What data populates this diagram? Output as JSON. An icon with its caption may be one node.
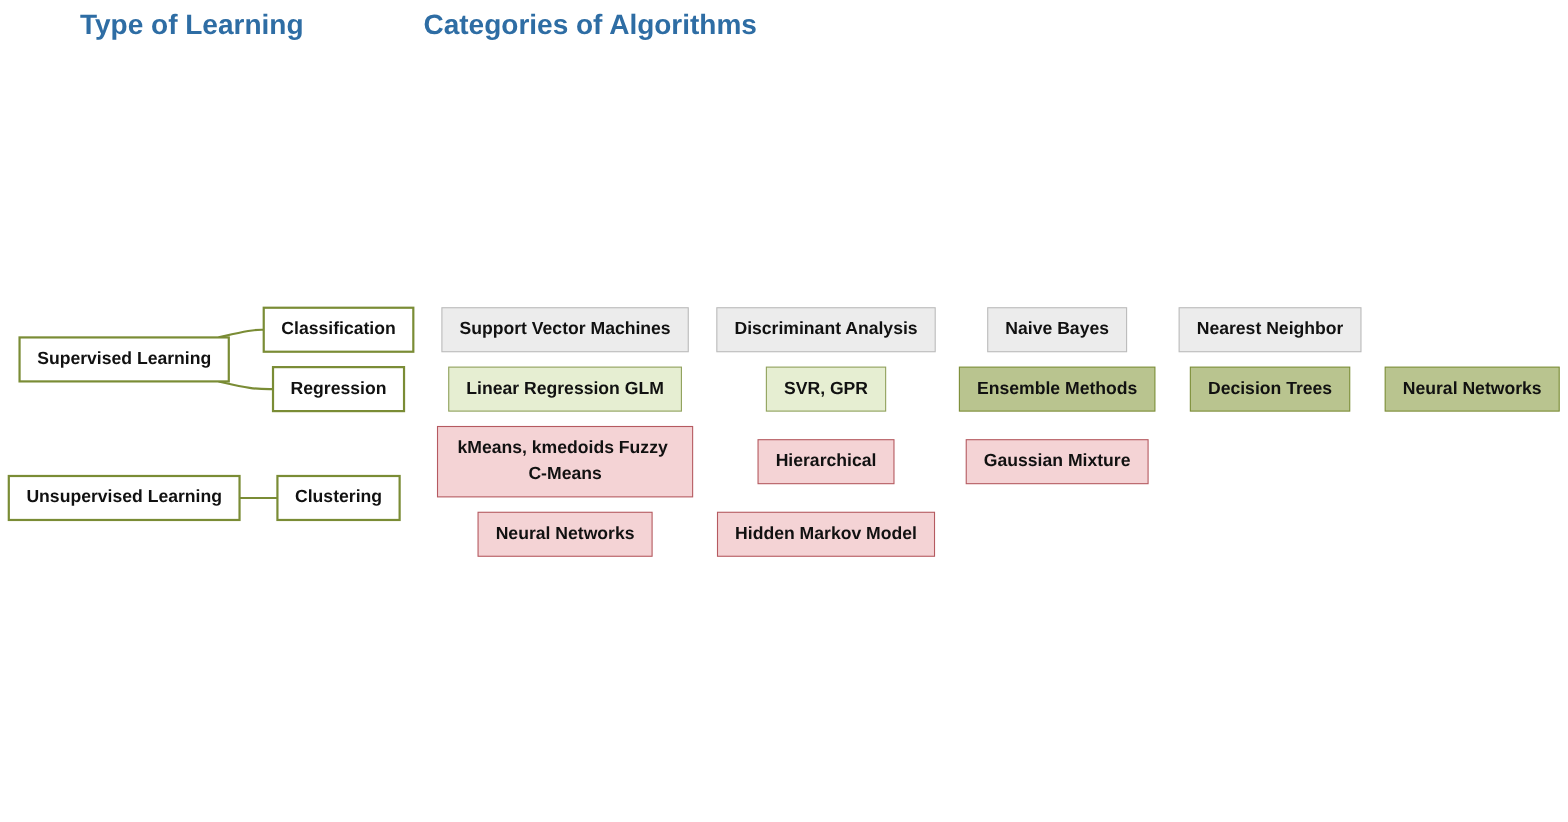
{
  "diagram": {
    "nodes": [
      {
        "text": [
          "Supervised Learning"
        ]
      },
      {
        "text": [
          "Classification"
        ]
      },
      {
        "text": [
          "Regression"
        ]
      },
      {
        "text": [
          "Support Vector Machines"
        ]
      },
      {
        "text": [
          "Discriminant Analysis"
        ]
      },
      {
        "text": [
          "Naive Bayes"
        ]
      },
      {
        "text": [
          "Nearest Neighbor"
        ]
      },
      {
        "text": [
          "Linear Regression GLM"
        ]
      },
      {
        "text": [
          "SVR, GPR"
        ]
      },
      {
        "text": [
          "Ensemble Methods"
        ]
      },
      {
        "text": [
          "Decision Trees"
        ]
      },
      {
        "text": [
          "Neural Networks"
        ]
      },
      {
        "text": [
          "Unsupervised Learning"
        ]
      },
      {
        "text": [
          "Clustering"
        ]
      },
      {
        "text": [
          "kMeans, kmedoids Fuzzy C-Means"
        ]
      },
      {
        "text": [
          "Hierarchical"
        ]
      },
      {
        "text": [
          "Gaussian Mixture"
        ]
      },
      {
        "text": [
          "Neural Networks"
        ]
      },
      {
        "text": [
          "Hidden Markov Model"
        ]
      }
    ],
    "edges": [
      {
        "from": 0,
        "to": 1,
        "arrow": "none"
      },
      {
        "from": 0,
        "to": 2,
        "arrow": "none"
      },
      {
        "from": 12,
        "to": 13,
        "arrow": "none"
      }
    ],
    "labels": [
      "Type of Learning",
      "Categories of Algorithms"
    ]
  }
}
